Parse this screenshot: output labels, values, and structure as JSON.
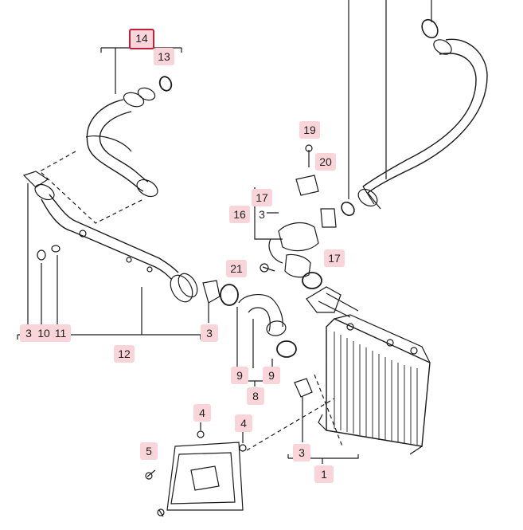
{
  "callouts": [
    {
      "id": "c1",
      "text": "1"
    },
    {
      "id": "c3a",
      "text": "3"
    },
    {
      "id": "c3b",
      "text": "3"
    },
    {
      "id": "c3c",
      "text": "3"
    },
    {
      "id": "c3d",
      "text": "3"
    },
    {
      "id": "c4a",
      "text": "4"
    },
    {
      "id": "c4b",
      "text": "4"
    },
    {
      "id": "c5",
      "text": "5"
    },
    {
      "id": "c8",
      "text": "8"
    },
    {
      "id": "c9a",
      "text": "9"
    },
    {
      "id": "c9b",
      "text": "9"
    },
    {
      "id": "c10",
      "text": "10"
    },
    {
      "id": "c11",
      "text": "11"
    },
    {
      "id": "c12",
      "text": "12"
    },
    {
      "id": "c13",
      "text": "13"
    },
    {
      "id": "c14",
      "text": "14"
    },
    {
      "id": "c16",
      "text": "16"
    },
    {
      "id": "c17a",
      "text": "17"
    },
    {
      "id": "c17b",
      "text": "17"
    },
    {
      "id": "c19",
      "text": "19"
    },
    {
      "id": "c20",
      "text": "20"
    },
    {
      "id": "c21",
      "text": "21"
    }
  ],
  "selected_callout": "14",
  "colors": {
    "callout_bg": "#f9d4d8",
    "selected_border": "#c0203a",
    "line": "#1a1a1a"
  }
}
